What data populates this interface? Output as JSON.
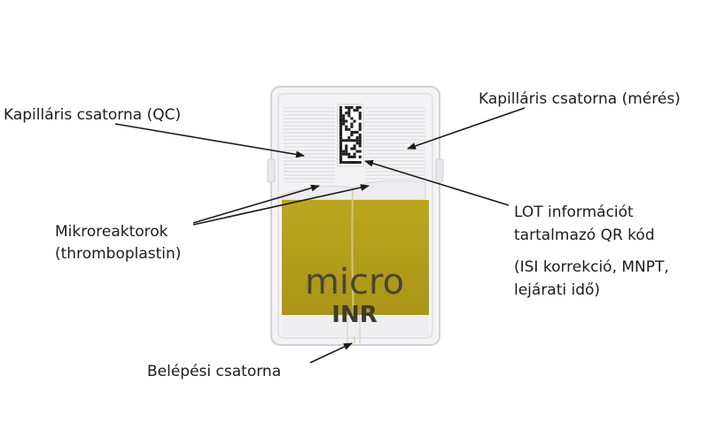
{
  "labels": {
    "qc_channel": "Kapilláris csatorna (QC)",
    "measure_channel": "Kapilláris csatorna (mérés)",
    "microreactors_line1": "Mikroreaktorok",
    "microreactors_line2": "(thromboplastin)",
    "lot_line1": "LOT információt",
    "lot_line2": "tartalmazó QR kód",
    "isi_line1": "(ISI korrekció, MNPT,",
    "isi_line2": "lejárati idő)",
    "entry_channel": "Belépési csatorna"
  },
  "chip": {
    "brand_word": "micro",
    "brand_bold": "INR"
  },
  "colors": {
    "pad": "#b9a31c",
    "pad_dark": "#a08c12",
    "brand_text": "#4a4636",
    "chip_body": "#f1f1f3",
    "arrow": "#1a1a1a"
  }
}
